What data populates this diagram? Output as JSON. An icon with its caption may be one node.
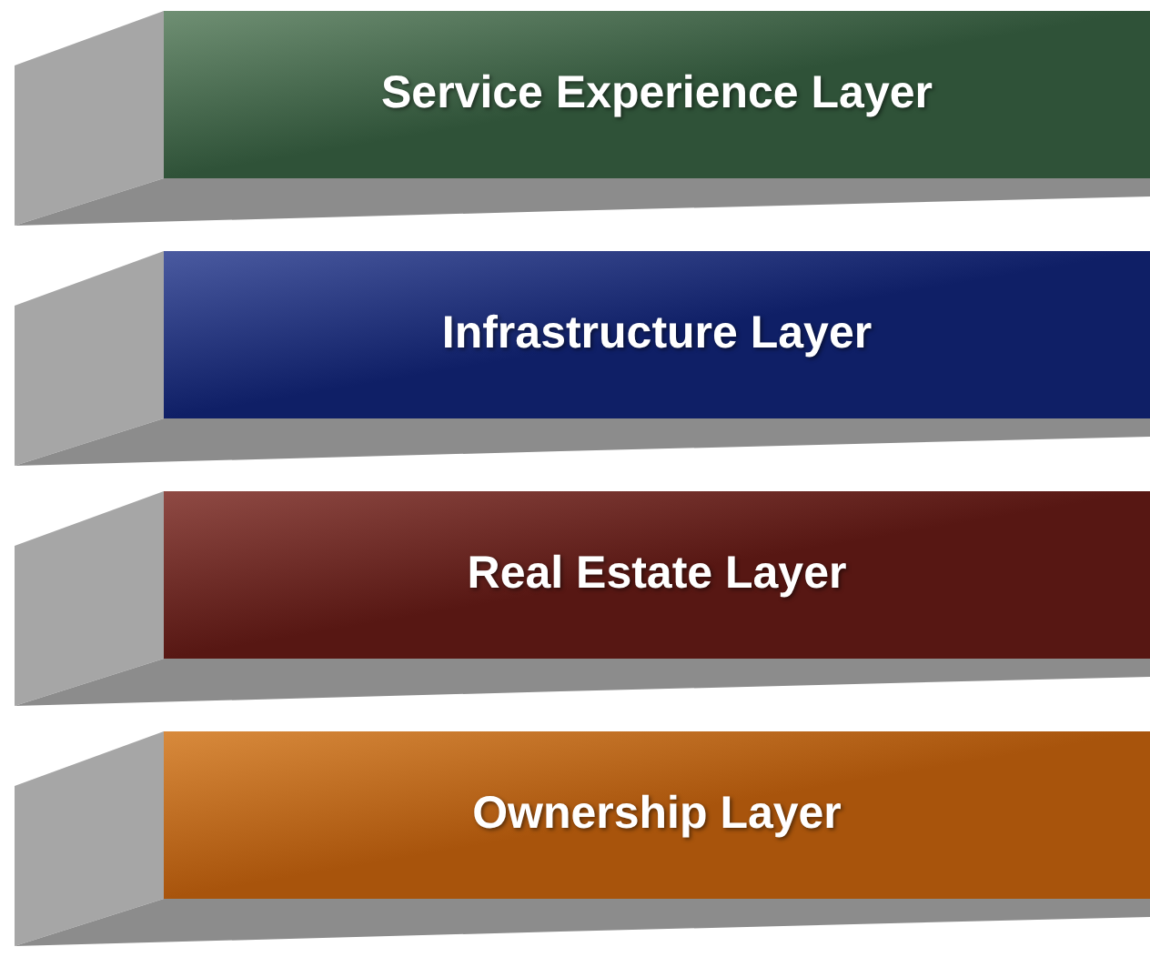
{
  "diagram": {
    "nodes": [
      {
        "text": [
          "Service Experience Layer"
        ]
      },
      {
        "text": [
          "Infrastructure Layer"
        ]
      },
      {
        "text": [
          "Real Estate Layer"
        ]
      },
      {
        "text": [
          "Ownership Layer"
        ]
      }
    ]
  }
}
